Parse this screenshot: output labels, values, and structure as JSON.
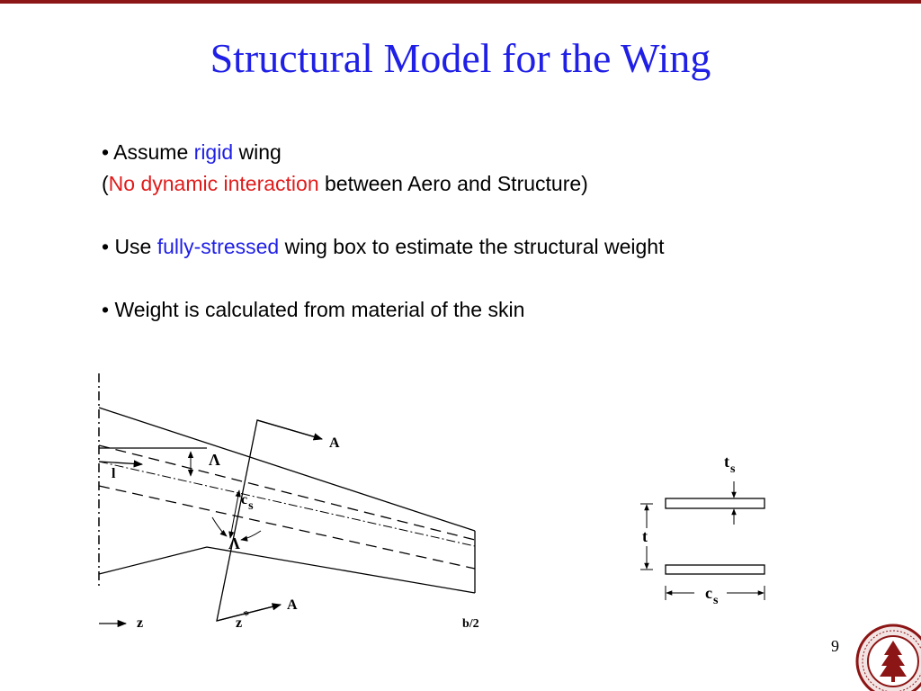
{
  "slide": {
    "title": "Structural Model for the Wing",
    "page_number": "9",
    "bullets": [
      {
        "lines": [
          [
            {
              "text": "• Assume ",
              "color": "black"
            },
            {
              "text": "rigid",
              "color": "blue"
            },
            {
              "text": " wing",
              "color": "black"
            }
          ],
          [
            {
              "text": " (",
              "color": "black"
            },
            {
              "text": "No dynamic interaction",
              "color": "red"
            },
            {
              "text": " between Aero and Structure)",
              "color": "black"
            }
          ]
        ]
      },
      {
        "lines": [
          [
            {
              "text": "• Use ",
              "color": "black"
            },
            {
              "text": "fully-stressed",
              "color": "blue"
            },
            {
              "text": " wing box to estimate the structural weight",
              "color": "black"
            }
          ]
        ]
      },
      {
        "lines": [
          [
            {
              "text": "• Weight is calculated from material of the skin",
              "color": "black"
            }
          ]
        ]
      }
    ]
  },
  "wing_diagram": {
    "section_label_top": "A",
    "section_label_bottom": "A",
    "lambda_upper": "Λ",
    "lambda_lower": "Λ",
    "length_label": "l",
    "chord_label": "c",
    "chord_subscript": "s",
    "axis_z": "z",
    "axis_z_star": "z",
    "z_star_superscript": "*",
    "axis_b2": "b/2"
  },
  "section_diagram": {
    "thickness_label": "t",
    "skin_thickness_label": "t",
    "skin_thickness_subscript": "s",
    "chord_label": "c",
    "chord_subscript": "s"
  },
  "colors": {
    "title": "#1f1fe6",
    "emphasis_blue": "#1f1fe6",
    "emphasis_red": "#e01b1b",
    "top_bar": "#8c1515",
    "seal": "#8c1515"
  },
  "logo": {
    "name": "stanford-seal",
    "text": "LELAND STANFORD JUNIOR UNIVERSITY"
  }
}
